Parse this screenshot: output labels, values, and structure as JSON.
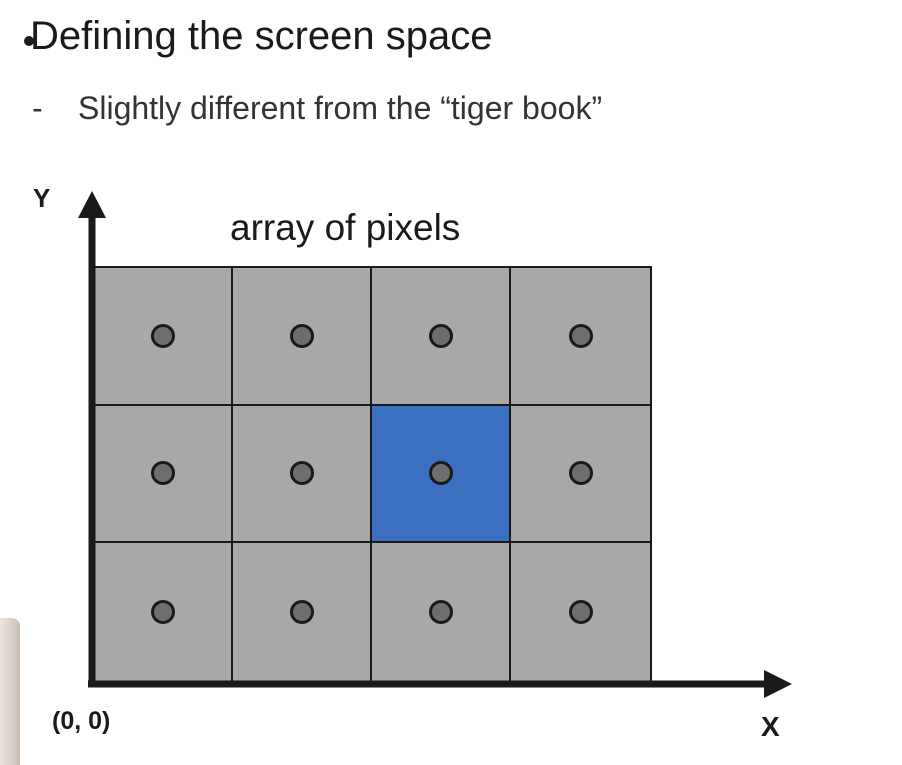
{
  "slide": {
    "title": "Defining the screen space",
    "subpoint_dash": "-",
    "subpoint_text": "Slightly different from the “tiger book”"
  },
  "diagram": {
    "caption": "array of pixels",
    "y_axis_label": "Y",
    "x_axis_label": "X",
    "origin_label": "(0, 0)",
    "rows": 3,
    "columns": 4,
    "highlighted_pixel": {
      "row": 2,
      "column": 3
    },
    "colors": {
      "pixel_fill": "#a8a8a8",
      "highlight_fill": "#3b6fbf",
      "pixel_center_fill": "#6e6e6e",
      "line": "#1a1a1a"
    }
  }
}
